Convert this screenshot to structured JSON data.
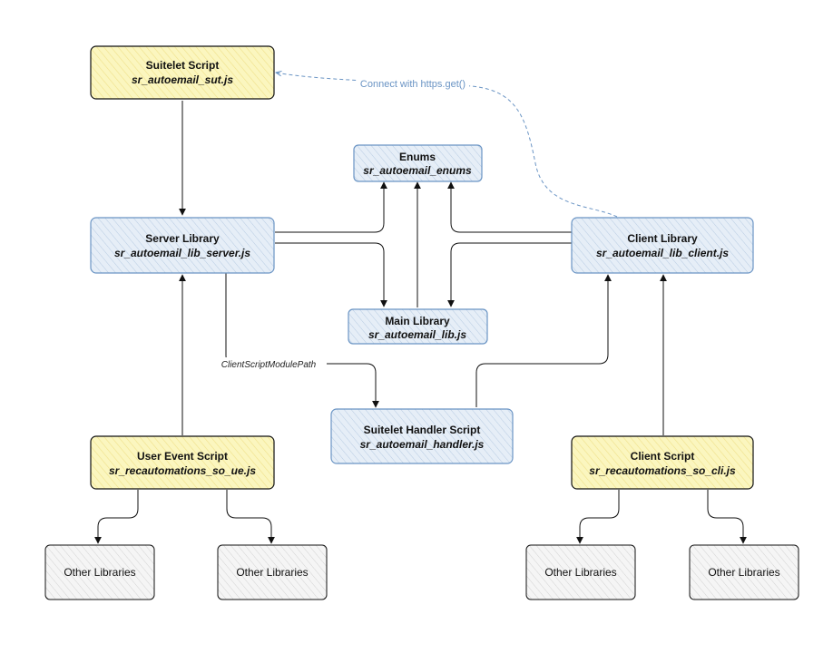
{
  "colors": {
    "yellow_fill": "#fbf6bf",
    "blue_fill": "#e6eef7",
    "white_fill": "#f5f5f5",
    "blue_hatch": "#b7cbe2",
    "yellow_hatch": "#efe08a",
    "gray_hatch": "#d2d2d2",
    "dashed_edge": "#6a94c4"
  },
  "nodes": {
    "suitelet_script": {
      "title": "Suitelet Script",
      "subtitle": "sr_autoemail_sut.js"
    },
    "enums": {
      "title": "Enums",
      "subtitle": "sr_autoemail_enums"
    },
    "server_library": {
      "title": "Server Library",
      "subtitle": "sr_autoemail_lib_server.js"
    },
    "client_library": {
      "title": "Client Library",
      "subtitle": "sr_autoemail_lib_client.js"
    },
    "main_library": {
      "title": "Main Library",
      "subtitle": "sr_autoemail_lib.js"
    },
    "suitelet_handler": {
      "title": "Suitelet Handler Script",
      "subtitle": "sr_autoemail_handler.js"
    },
    "user_event_script": {
      "title": "User Event Script",
      "subtitle": "sr_recautomations_so_ue.js"
    },
    "client_script": {
      "title": "Client Script",
      "subtitle": "sr_recautomations_so_cli.js"
    },
    "other_lib_1": {
      "label": "Other Libraries"
    },
    "other_lib_2": {
      "label": "Other Libraries"
    },
    "other_lib_3": {
      "label": "Other Libraries"
    },
    "other_lib_4": {
      "label": "Other Libraries"
    }
  },
  "edge_labels": {
    "https_get": "Connect with https.get()",
    "client_script_module_path": "ClientScriptModulePath"
  }
}
